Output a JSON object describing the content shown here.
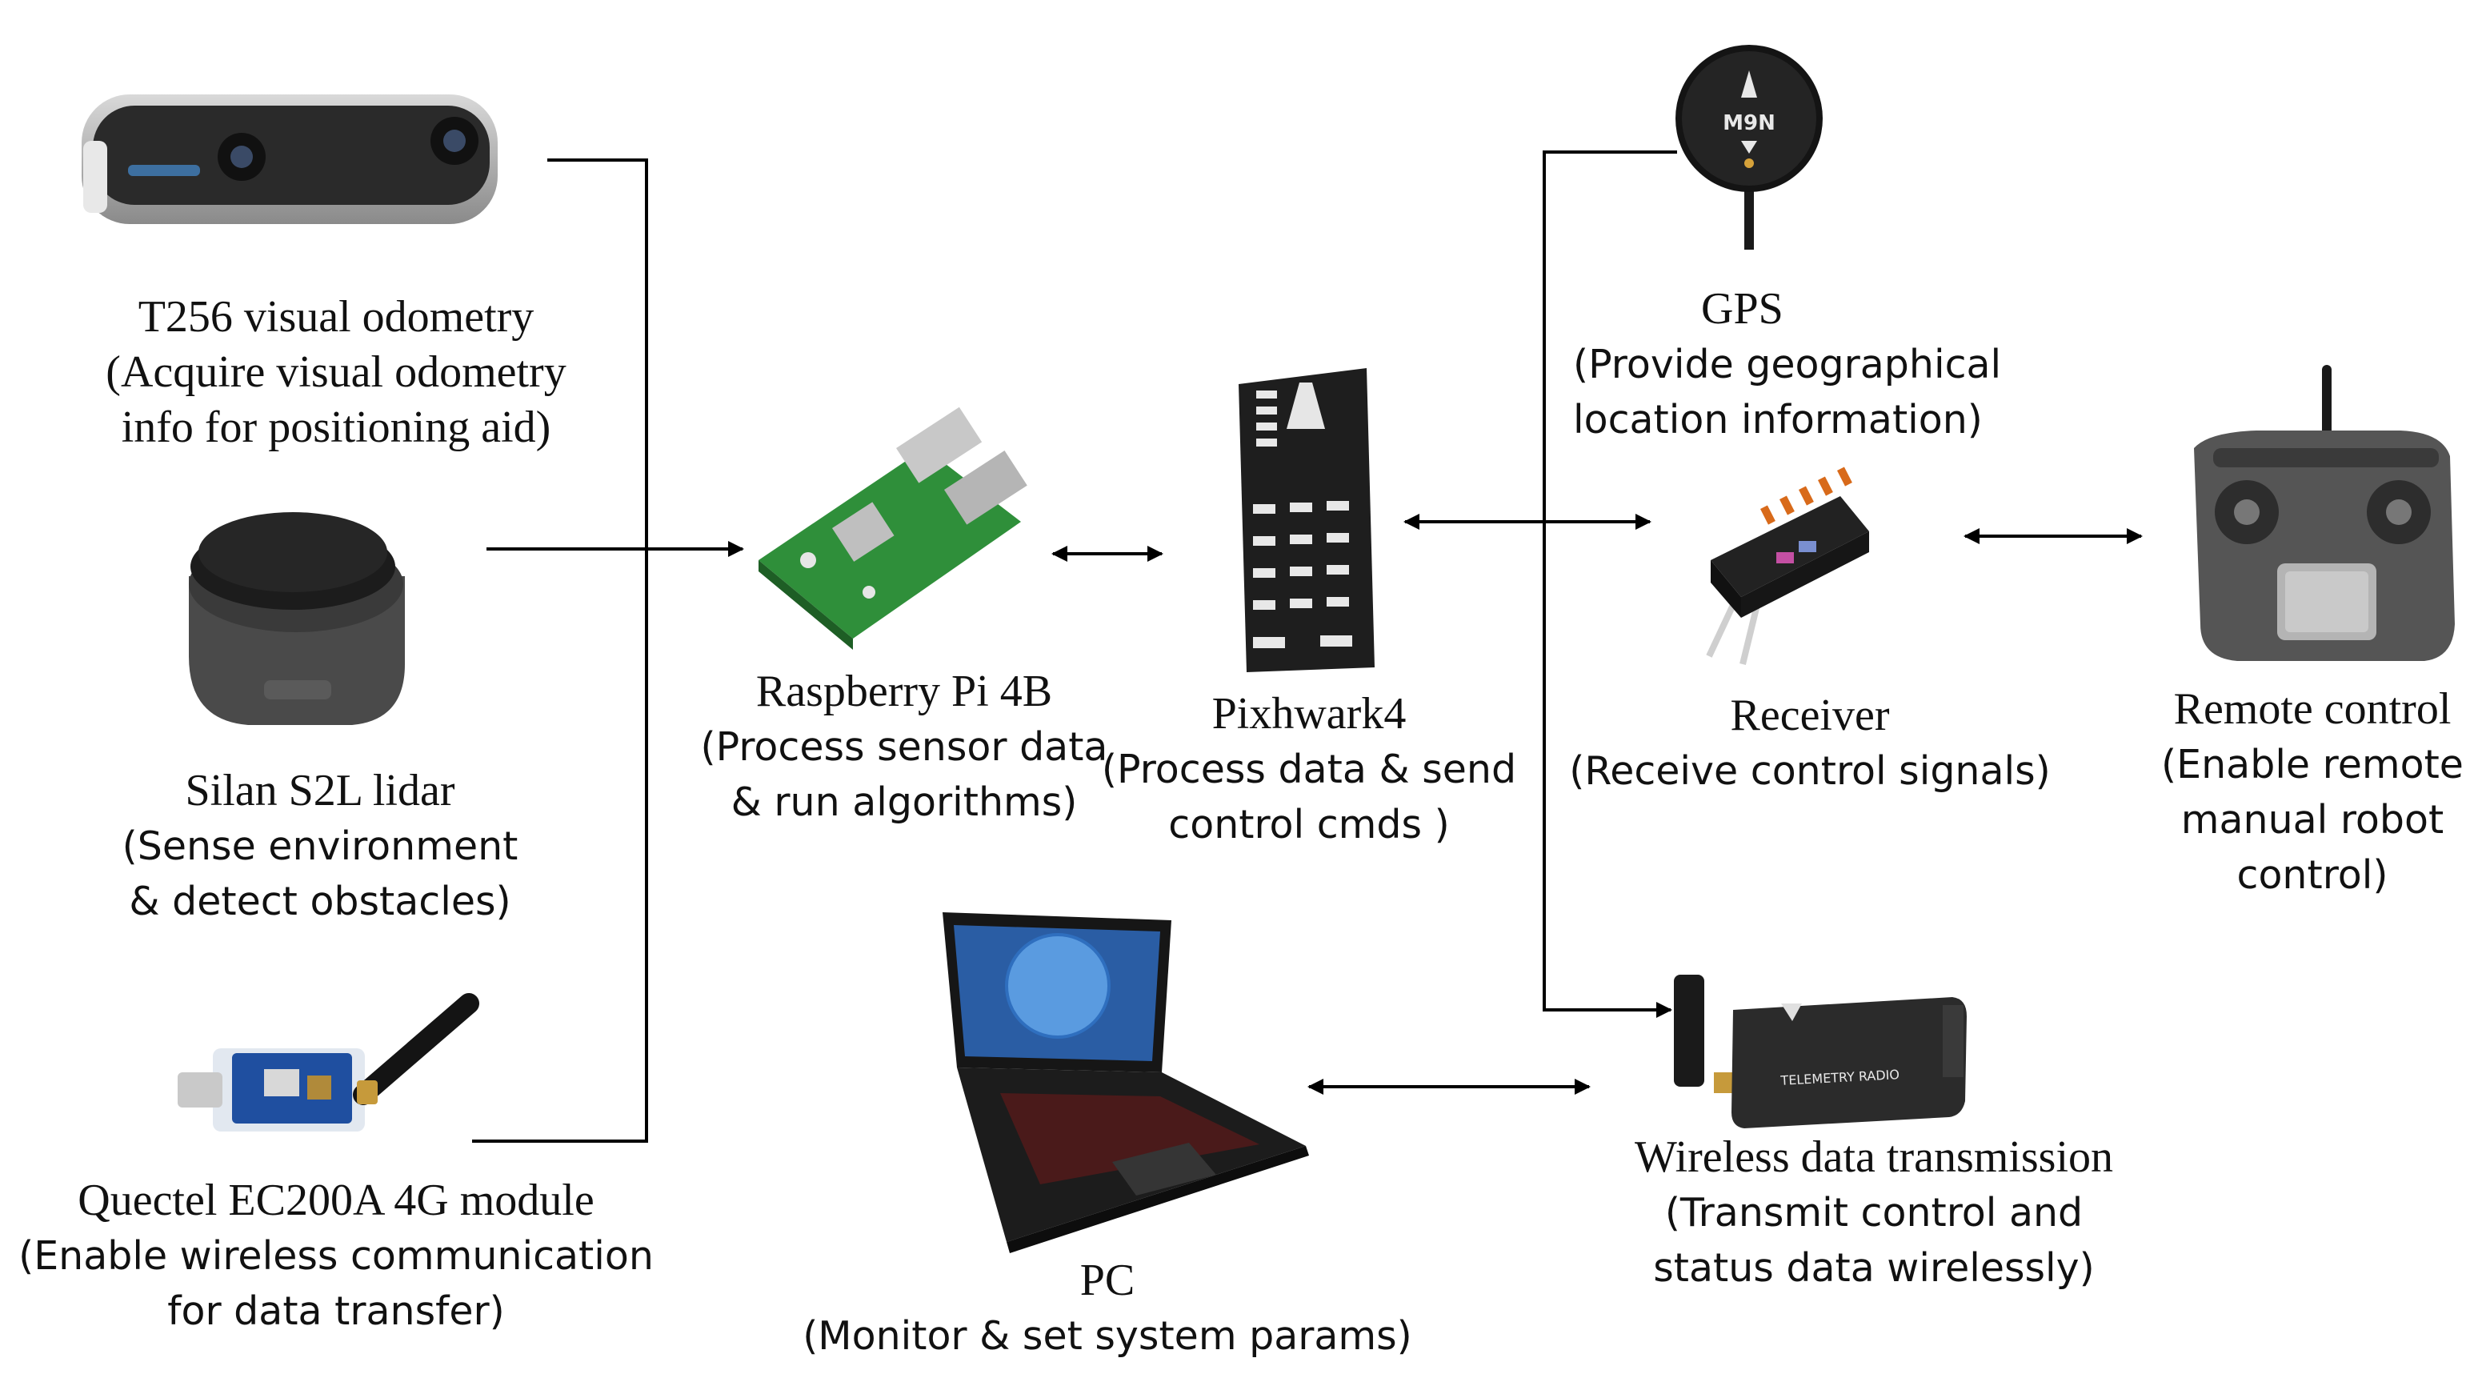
{
  "nodes": {
    "t256": {
      "title": "T256 visual odometry",
      "desc": [
        "(Acquire visual odometry",
        "info for positioning aid)"
      ]
    },
    "lidar": {
      "title": "Silan S2L lidar",
      "desc": [
        "(Sense environment",
        "& detect obstacles)"
      ]
    },
    "quectel": {
      "title": "Quectel EC200A 4G module",
      "desc": [
        "(Enable wireless communication",
        "for data transfer)"
      ]
    },
    "rpi": {
      "title": "Raspberry Pi 4B",
      "desc": [
        "(Process sensor data",
        "& run algorithms)"
      ]
    },
    "pixhawk": {
      "title": "Pixhwark4",
      "desc": [
        "(Process data & send",
        "control cmds )"
      ]
    },
    "gps": {
      "title": "GPS",
      "desc": [
        "(Provide geographical",
        "location information)"
      ],
      "device_text": "M9N"
    },
    "receiver": {
      "title": "Receiver",
      "desc": [
        "(Receive control signals)"
      ]
    },
    "remote": {
      "title": "Remote control",
      "desc": [
        "(Enable remote",
        "manual robot",
        "control)"
      ]
    },
    "pc": {
      "title": "PC",
      "desc": [
        "(Monitor & set system params)"
      ]
    },
    "wireless": {
      "title": "Wireless data transmission",
      "desc": [
        "(Transmit control and",
        "status data wirelessly)"
      ],
      "device_text": "TELEMETRY RADIO"
    }
  },
  "colors": {
    "line": "#000000",
    "device_dark": "#1e1e1e",
    "board_green": "#2f8f3a",
    "pc_screen": "#3b78c9"
  }
}
